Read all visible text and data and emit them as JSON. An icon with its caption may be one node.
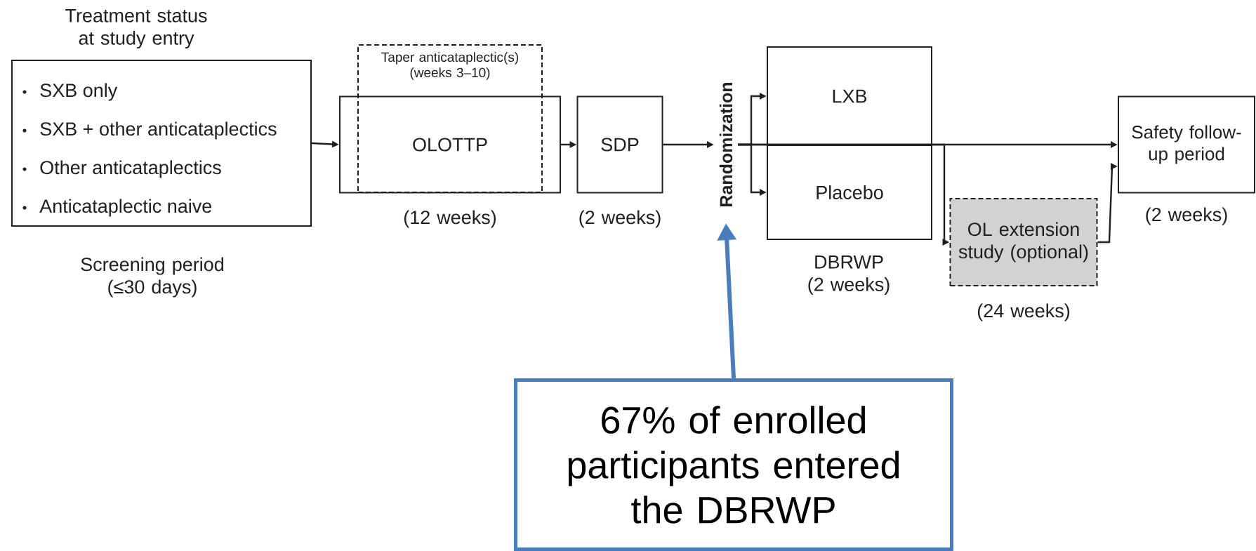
{
  "diagram": {
    "nodes": [
      {
        "text": [
          "Treatment status at study entry",
          "SXB only",
          "SXB + other anticataplectics",
          "Other anticataplectics",
          "Anticataplectic naive"
        ],
        "beside": [
          "Screening period (≤30 days)"
        ]
      },
      {
        "text": [
          "Taper anticataplectic(s) (weeks 3–10)"
        ]
      },
      {
        "text": [
          "OLOTTP"
        ],
        "beside": [
          "(12 weeks)"
        ]
      },
      {
        "text": [
          "SDP"
        ],
        "beside": [
          "(2 weeks)"
        ]
      },
      {
        "text": [
          "Randomization"
        ]
      },
      {
        "text": [
          "LXB"
        ]
      },
      {
        "text": [
          "Placebo"
        ],
        "beside": [
          "DBRWP (2 weeks)"
        ]
      },
      {
        "text": [
          "OL extension study (optional)"
        ],
        "beside": [
          "(24 weeks)"
        ]
      },
      {
        "text": [
          "Safety follow-up period"
        ],
        "beside": [
          "(2 weeks)"
        ]
      },
      {
        "text": [
          "67% of enrolled participants entered the DBRWP"
        ]
      }
    ],
    "edges": [
      {
        "from": 0,
        "to": 2,
        "arrow": "to"
      },
      {
        "from": 2,
        "to": 3,
        "arrow": "to"
      },
      {
        "from": 3,
        "to": 4,
        "arrow": "to"
      },
      {
        "from": 4,
        "to": 5,
        "arrow": "to"
      },
      {
        "from": 4,
        "to": 6,
        "arrow": "to"
      },
      {
        "from": 4,
        "to": 8,
        "arrow": "to"
      },
      {
        "from": 4,
        "to": 7,
        "arrow": "to"
      },
      {
        "from": 7,
        "to": 8,
        "arrow": "to"
      },
      {
        "from": 9,
        "to": 4,
        "arrow": "to",
        "style": "thick",
        "color": "#4a7ebb"
      }
    ]
  }
}
